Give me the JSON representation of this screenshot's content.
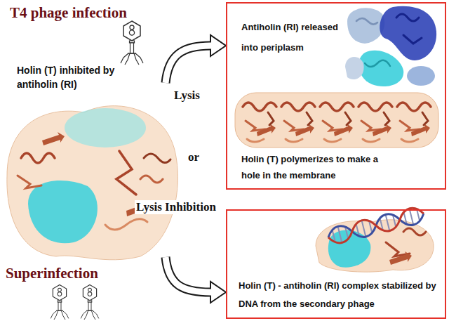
{
  "diagram": {
    "nodes": [
      {
        "text": [
          "Holin (T) inhibited by antiholin (RI)"
        ]
      },
      {
        "text": [
          "Antiholin (RI) released into periplasm",
          "Holin (T) polymerizes to make a hole in the membrane"
        ]
      },
      {
        "text": [
          "Holin (T) - antiholin (RI) complex stabilized by DNA from the secondary phage"
        ]
      }
    ],
    "edges": [
      {
        "from": 0,
        "to": 1,
        "label": "Lysis",
        "arrow": "to"
      },
      {
        "from": 0,
        "to": 2,
        "label": "Lysis Inhibition",
        "arrow": "to"
      }
    ],
    "labels": [
      "T4 phage infection",
      "or",
      "Superinfection"
    ]
  }
}
